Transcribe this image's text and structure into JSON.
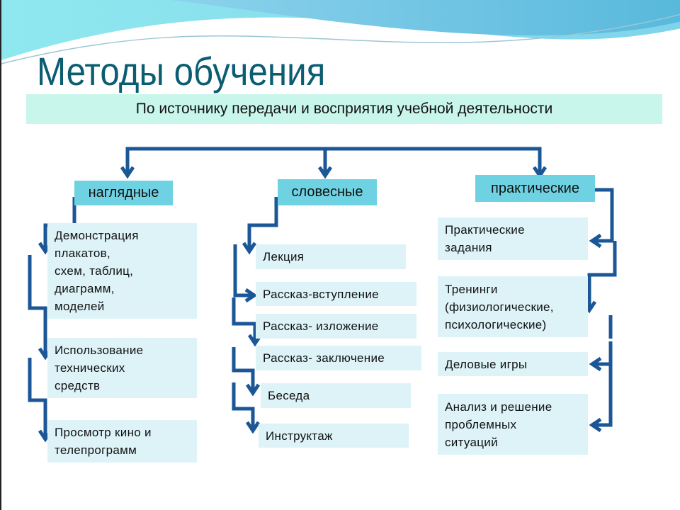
{
  "title": "Методы обучения",
  "banner": "По источнику передачи и восприятия учебной деятельности",
  "categories": [
    {
      "label": "наглядные",
      "items": [
        "Демонстрация\nплакатов,\nсхем, таблиц,\nдиаграмм,\nмоделей",
        "Использование\nтехнических\nсредств",
        "Просмотр кино и\nтелепрограмм"
      ]
    },
    {
      "label": "словесные",
      "items": [
        "Лекция",
        "Рассказ-вступление",
        "Рассказ- изложение",
        "Рассказ- заключение",
        "Беседа",
        "Инструктаж"
      ]
    },
    {
      "label": "практические",
      "items": [
        "Практические\nзадания",
        "Тренинги\n(физиологические,\nпсихологические)",
        "Деловые игры",
        "Анализ и решение\nпроблемных\nситуаций"
      ]
    }
  ],
  "colors": {
    "title": "#0b5d72",
    "banner": "#c9f6ea",
    "header": "#6fd2e2",
    "item": "#ddf3f8",
    "connector": "#1b5797"
  }
}
